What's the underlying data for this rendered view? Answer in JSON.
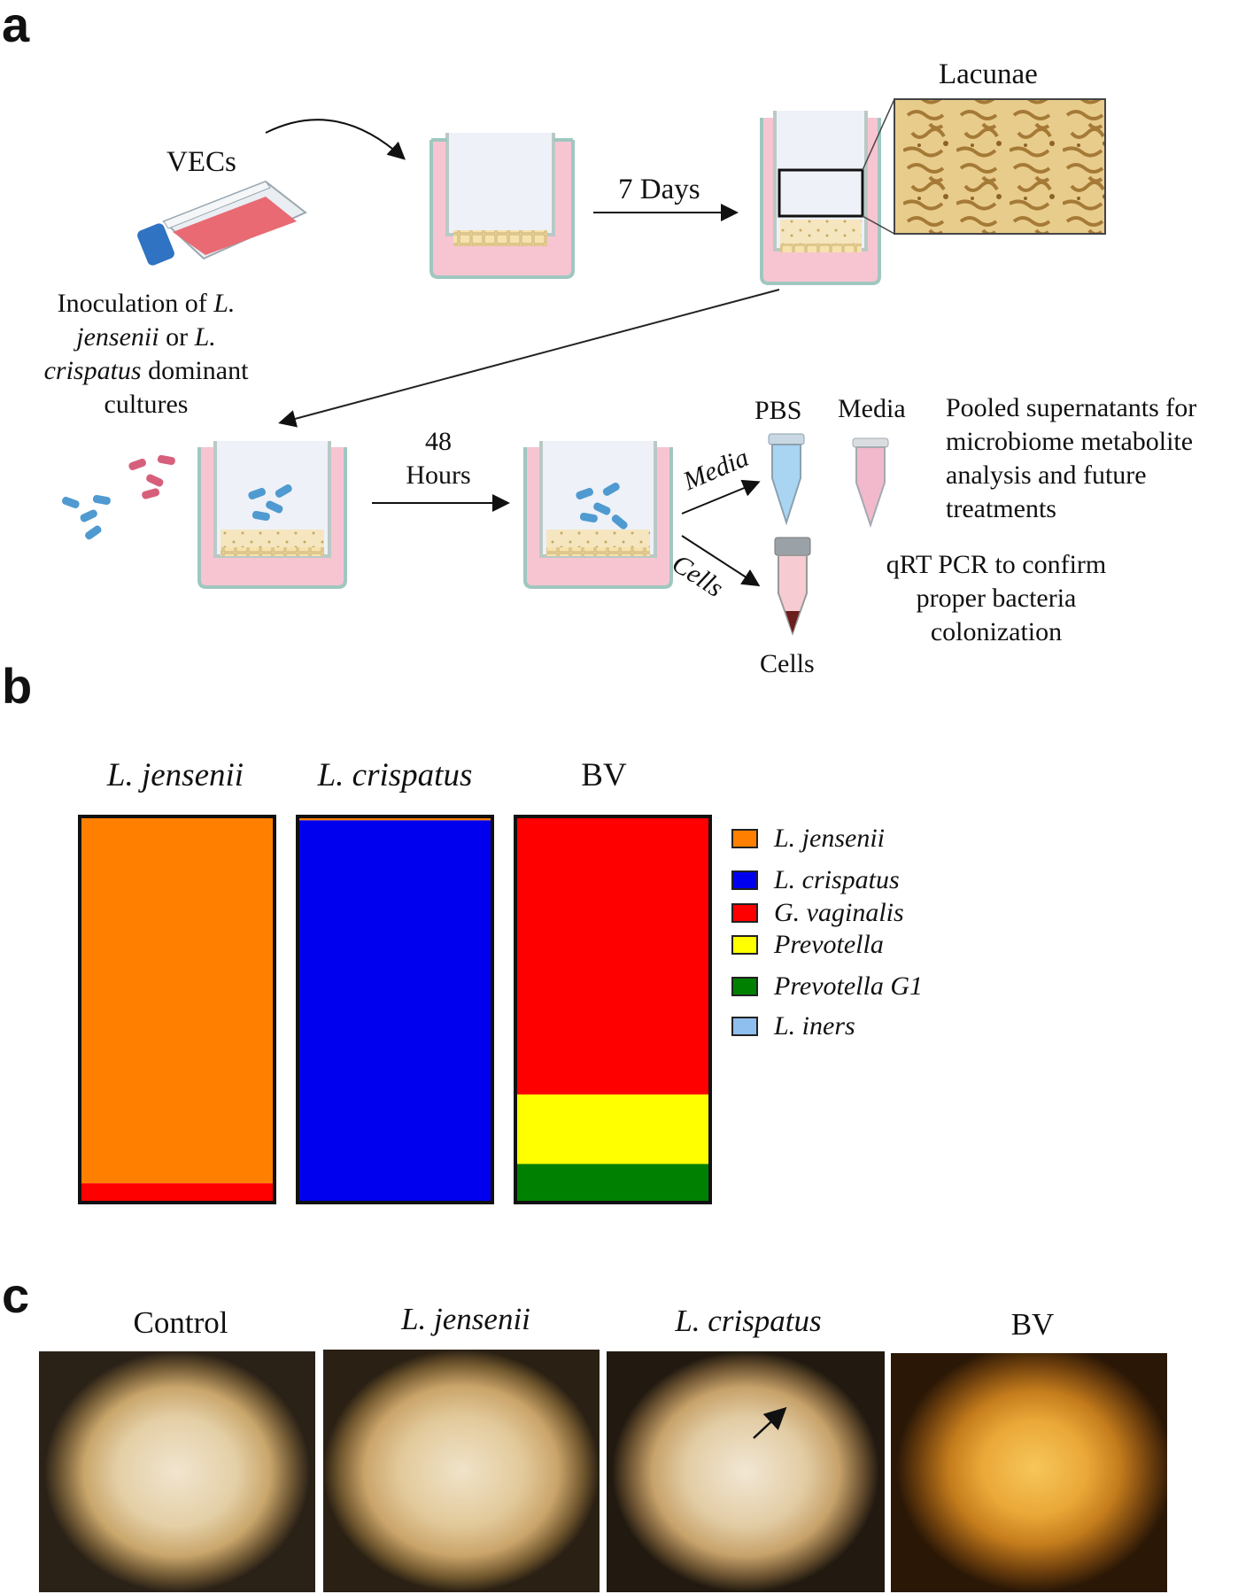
{
  "panel_a": {
    "letter": "a",
    "vecs": "VECs",
    "lacunae": "Lacunae",
    "seven_days": "7 Days",
    "inoc_parts": [
      "Inoculation of ",
      "L.",
      "jensenii",
      " or ",
      "L.",
      "crispatus",
      " dominant",
      "cultures"
    ],
    "hours_48_line1": "48",
    "hours_48_line2": "Hours",
    "pbs": "PBS",
    "media_tube": "Media",
    "media_arrow": "Media",
    "cells_arrow": "Cells",
    "cells_tube": "Cells",
    "pooled_lines": [
      "Pooled supernatants for",
      "microbiome metabolite",
      "analysis and future",
      "treatments"
    ],
    "qrt_lines": [
      "qRT PCR to confirm",
      "proper bacteria",
      "colonization"
    ]
  },
  "panel_b": {
    "letter": "b",
    "colors": {
      "L_jensenii": "#ff8000",
      "L_crispatus": "#0000ee",
      "G_vaginalis": "#ff0000",
      "Prevotella": "#ffff00",
      "Prevotella_G1": "#008000",
      "L_iners": "#8fbfee"
    },
    "legend": [
      {
        "label": "L. jensenii",
        "color": "#ff8000"
      },
      {
        "label": "L. crispatus",
        "color": "#0000ee"
      },
      {
        "label": "G. vaginalis",
        "color": "#ff0000"
      },
      {
        "label": "Prevotella",
        "color": "#ffff00"
      },
      {
        "label": "Prevotella G1",
        "color": "#008000"
      },
      {
        "label": "L. iners",
        "color": "#8fbfee"
      }
    ]
  },
  "chart_data": {
    "type": "bar",
    "stacked": true,
    "categories": [
      "L. jensenii",
      "L. crispatus",
      "BV"
    ],
    "series": [
      {
        "name": "L. jensenii",
        "color": "#ff8000",
        "values": [
          0.95,
          0.01,
          0.0
        ]
      },
      {
        "name": "L. crispatus",
        "color": "#0000ee",
        "values": [
          0.0,
          0.99,
          0.0
        ]
      },
      {
        "name": "G. vaginalis",
        "color": "#ff0000",
        "values": [
          0.05,
          0.0,
          0.72
        ]
      },
      {
        "name": "Prevotella",
        "color": "#ffff00",
        "values": [
          0.0,
          0.0,
          0.18
        ]
      },
      {
        "name": "Prevotella G1",
        "color": "#008000",
        "values": [
          0.0,
          0.0,
          0.1
        ]
      },
      {
        "name": "L. iners",
        "color": "#8fbfee",
        "values": [
          0.0,
          0.0,
          0.0
        ]
      }
    ],
    "ylim": [
      0,
      1
    ],
    "legend": "right",
    "grid": false
  },
  "panel_c": {
    "letter": "c",
    "labels": [
      "Control",
      "L. jensenii",
      "L. crispatus",
      "BV"
    ]
  }
}
